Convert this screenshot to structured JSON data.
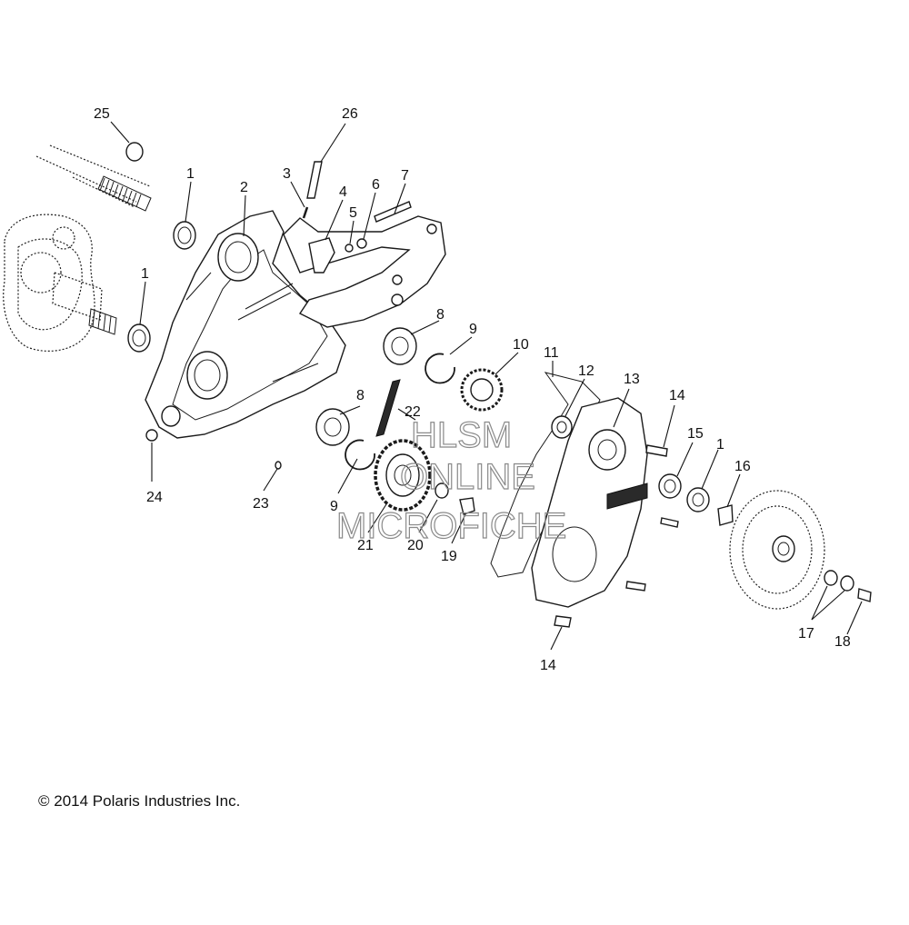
{
  "copyright": "© 2014 Polaris Industries Inc.",
  "watermark": [
    "HLSM",
    "ONLINE",
    "MICROFICHE"
  ],
  "callouts": [
    "25",
    "26",
    "1",
    "3",
    "2",
    "4",
    "5",
    "6",
    "7",
    "1",
    "8",
    "9",
    "10",
    "11",
    "12",
    "13",
    "14",
    "22",
    "8",
    "15",
    "1",
    "16",
    "24",
    "23",
    "9",
    "21",
    "20",
    "19",
    "17",
    "18",
    "14"
  ]
}
